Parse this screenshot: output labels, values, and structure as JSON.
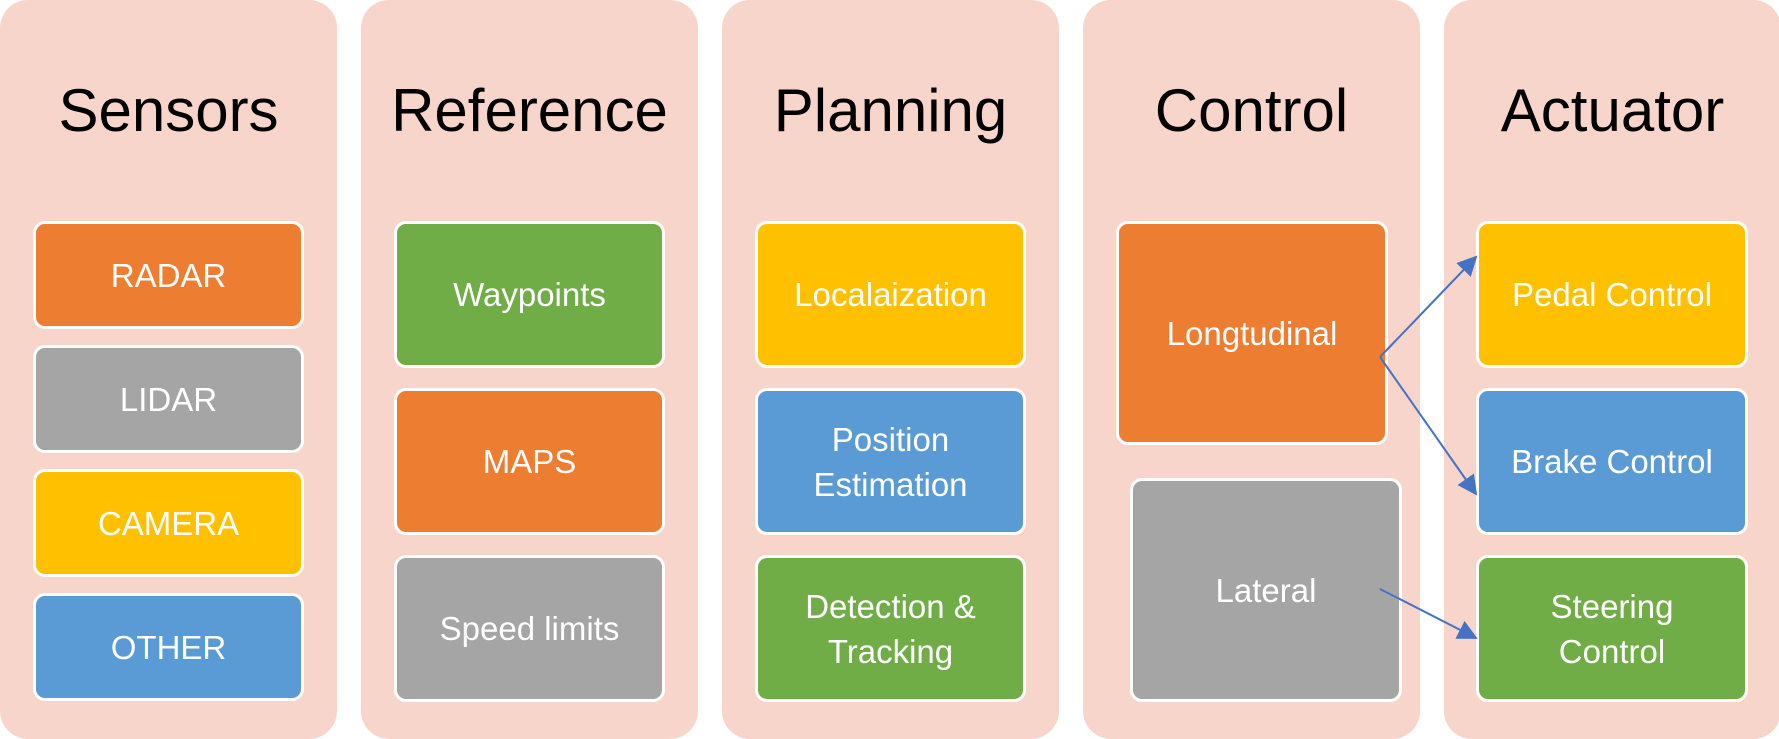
{
  "columns": [
    {
      "title": "Sensors",
      "items": [
        "RADAR",
        "LIDAR",
        "CAMERA",
        "OTHER"
      ]
    },
    {
      "title": "Reference",
      "items": [
        "Waypoints",
        "MAPS",
        "Speed limits"
      ]
    },
    {
      "title": "Planning",
      "items": [
        "Localaization",
        "Position\nEstimation",
        "Detection &\nTracking"
      ]
    },
    {
      "title": "Control",
      "items": [
        "Longtudinal",
        "Lateral"
      ]
    },
    {
      "title": "Actuator",
      "items": [
        "Pedal Control",
        "Brake Control",
        "Steering\nControl"
      ]
    }
  ],
  "colors": {
    "panel": "#f8d5cb",
    "orange": "#ed7d31",
    "gray": "#a5a5a5",
    "yellow": "#ffc000",
    "blue": "#5b9bd5",
    "green": "#70ad47",
    "arrow": "#4472c4"
  }
}
